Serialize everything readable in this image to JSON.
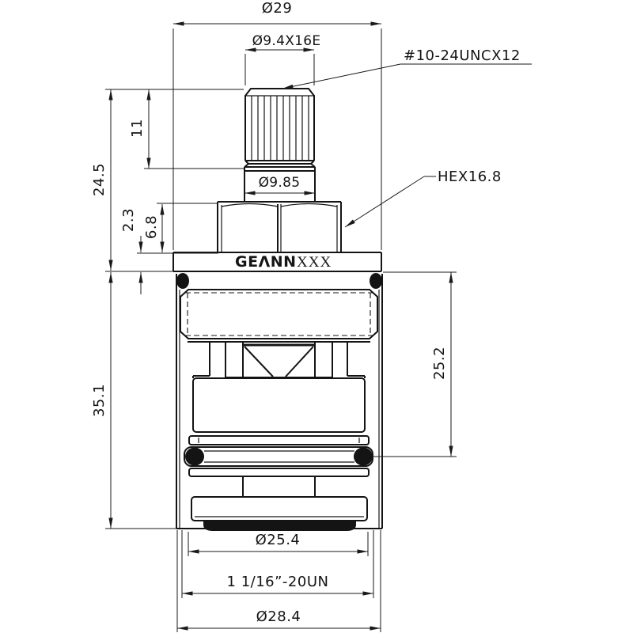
{
  "drawing_title": "Faucet cartridge engineering drawing",
  "brand": {
    "logo": "GEΛNN",
    "logo_suffix": "XXX"
  },
  "colors": {
    "line": "#141414",
    "background": "#ffffff"
  },
  "dims": {
    "top_plate_dia": "Ø29",
    "spline_spec": "Ø9.4X16E",
    "top_thread": "#10-24UNCX12",
    "spline_length": "11",
    "upper_total_height": "24.5",
    "stem_dia": "Ø9.85",
    "hex_size": "HEX16.8",
    "plate_thickness": "2.3",
    "hex_height": "6.8",
    "lower_total_height": "35.1",
    "upper_body_height": "25.2",
    "seal_dia": "Ø25.4",
    "body_thread": "1  1/16”-20UN",
    "base_dia": "Ø28.4"
  }
}
